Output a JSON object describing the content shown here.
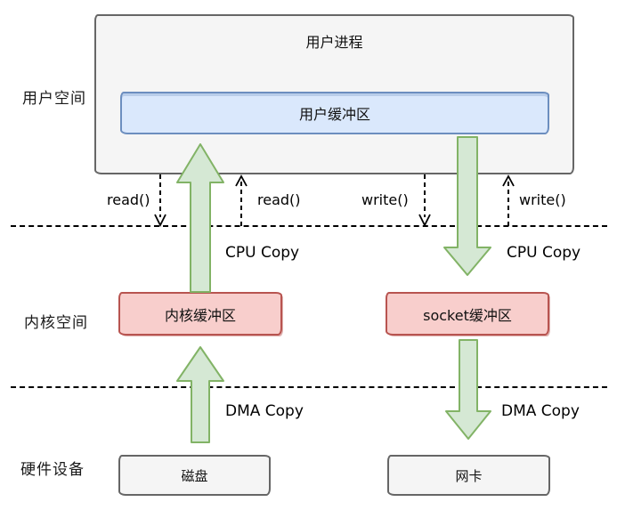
{
  "diagram": {
    "regions": {
      "user_space": "用户空间",
      "kernel_space": "内核空间",
      "hardware": "硬件设备"
    },
    "nodes": {
      "user_process": "用户进程",
      "user_buffer": "用户缓冲区",
      "kernel_buffer": "内核缓冲区",
      "socket_buffer": "socket缓冲区",
      "disk": "磁盘",
      "nic": "网卡"
    },
    "syscall_labels": {
      "read_call": "read()",
      "read_return": "read()",
      "write_call": "write()",
      "write_return": "write()"
    },
    "copy_labels": {
      "cpu_copy_read": "CPU Copy",
      "cpu_copy_write": "CPU Copy",
      "dma_copy_read": "DMA Copy",
      "dma_copy_write": "DMA Copy"
    }
  },
  "colors": {
    "buffer_blue_fill": "#dae8fc",
    "buffer_blue_border": "#6c8ebf",
    "buffer_red_fill": "#f8cecc",
    "buffer_red_border": "#b85450",
    "arrow_green_fill": "#d5e8d4",
    "arrow_green_border": "#82b366",
    "box_gray_fill": "#f5f5f5",
    "box_gray_border": "#666666"
  }
}
